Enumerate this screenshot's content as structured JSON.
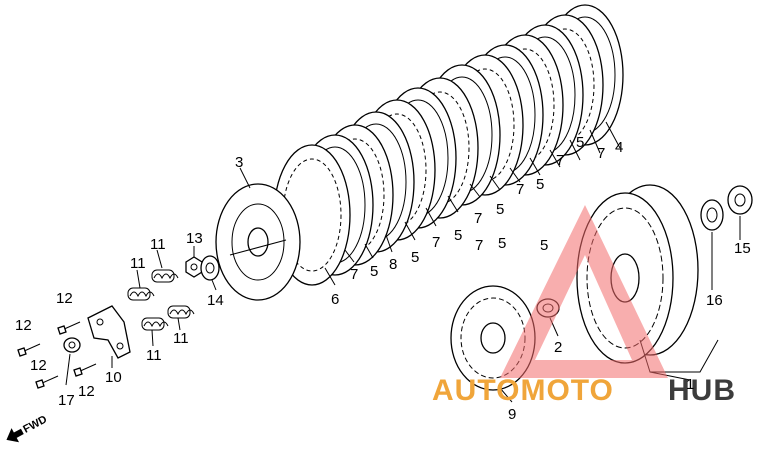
{
  "diagram": {
    "callouts": {
      "n1": "1",
      "n2": "2",
      "n3": "3",
      "n4": "4",
      "n5a": "5",
      "n5b": "5",
      "n5c": "5",
      "n5d": "5",
      "n5e": "5",
      "n5f": "5",
      "n5g": "5",
      "n5h": "5",
      "n6": "6",
      "n7a": "7",
      "n7b": "7",
      "n7c": "7",
      "n7d": "7",
      "n7e": "7",
      "n7f": "7",
      "n7g": "7",
      "n8": "8",
      "n9": "9",
      "n10": "10",
      "n11a": "11",
      "n11b": "11",
      "n11c": "11",
      "n11d": "11",
      "n12a": "12",
      "n12b": "12",
      "n12c": "12",
      "n12d": "12",
      "n13": "13",
      "n14": "14",
      "n15": "15",
      "n16": "16",
      "n17": "17"
    },
    "fwd_label": "FWD"
  },
  "watermark": {
    "brand_part1": "AUTOMOTO",
    "brand_part2": "HUB",
    "colors": {
      "triangle": "#f26b6b",
      "auto": "#f0a53a",
      "hub": "#3c3c3c"
    }
  }
}
